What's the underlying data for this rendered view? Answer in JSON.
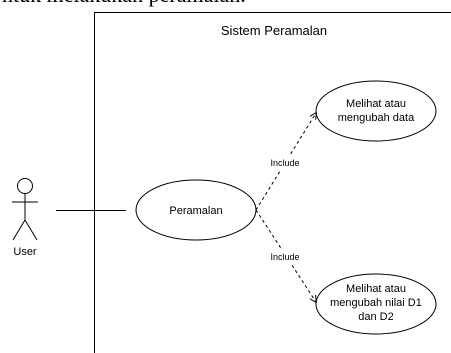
{
  "heading_text": "ntuk melakukan peramalan.",
  "system": {
    "title": "Sistem Peramalan"
  },
  "actor": {
    "name": "User"
  },
  "use_cases": {
    "main": "Peramalan",
    "top_line1": "Melihat atau",
    "top_line2": "mengubah data",
    "bottom_line1": "Melihat atau",
    "bottom_line2": "mengubah nilai D1",
    "bottom_line3": "dan D2"
  },
  "relations": {
    "top_label": "Include",
    "bottom_label": "Include"
  },
  "colors": {
    "stroke": "#000000",
    "background": "#ffffff"
  }
}
